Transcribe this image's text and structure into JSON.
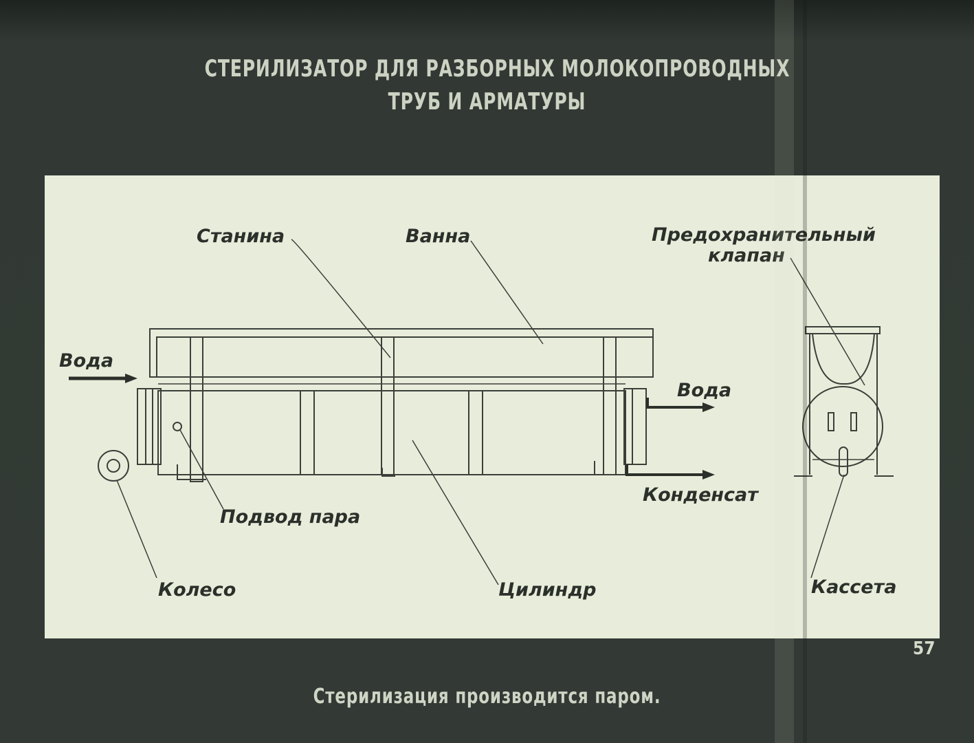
{
  "slide": {
    "title_line1": "СТЕРИЛИЗАТОР ДЛЯ РАЗБОРНЫХ МОЛОКОПРОВОДНЫХ",
    "title_line2": "ТРУБ И АРМАТУРЫ",
    "page_number": "57",
    "caption": "Стерилизация производится паром."
  },
  "diagram": {
    "labels": {
      "stanina": "Станина",
      "vanna": "Ванна",
      "valve_line1": "Предохранительный",
      "valve_line2": "клапан",
      "voda_in": "Вода",
      "voda_out": "Вода",
      "kondensat": "Конденсат",
      "podvod_para": "Подвод пара",
      "koleso": "Колесо",
      "cilindr": "Цилиндр",
      "kasseta": "Кассета"
    }
  }
}
